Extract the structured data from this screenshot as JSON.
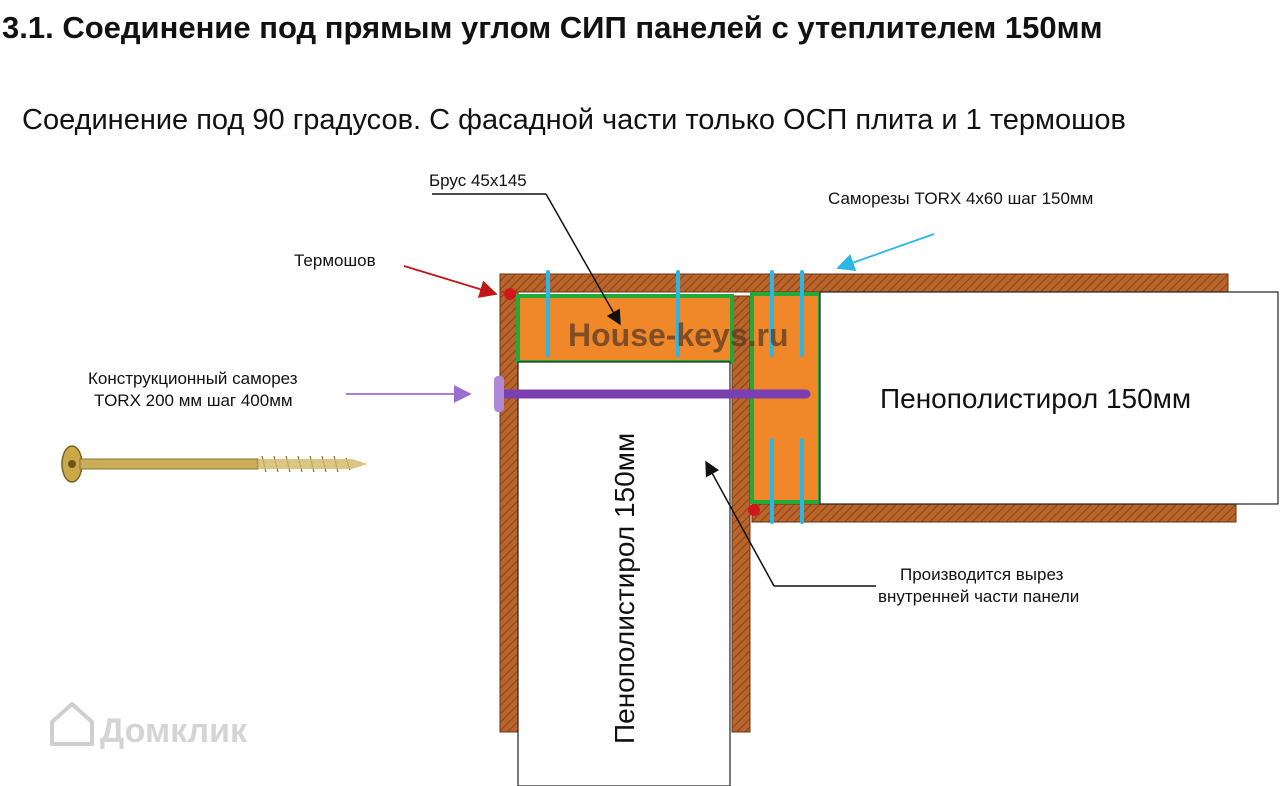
{
  "header": {
    "title": "3.1. Соединение под прямым углом СИП панелей с утеплителем 150мм",
    "subtitle": "Соединение под 90 градусов. С фасадной части только ОСП плита и 1 термошов"
  },
  "labels": {
    "beam": "Брус 45х145",
    "screws": "Саморезы TORX 4х60 шаг 150мм",
    "thermal_seam": "Термошов",
    "structural_screw_line1": "Конструкционный саморез",
    "structural_screw_line2": "TORX 200 мм шаг 400мм",
    "foam_horizontal": "Пенополистирол 150мм",
    "foam_vertical": "Пенополистирол 150мм",
    "cutout_line1": "Производится вырез",
    "cutout_line2": "внутренней части панели"
  },
  "watermarks": {
    "site": "House-keys.ru",
    "brand": "Домклик"
  },
  "colors": {
    "osb": "#b8642a",
    "beam": "#f0882a",
    "glue_green": "#1faa3a",
    "screw_blue": "#2bb6e6",
    "long_screw": "#7a3fb0",
    "seam_red": "#d01818",
    "foam": "#ffffff"
  }
}
